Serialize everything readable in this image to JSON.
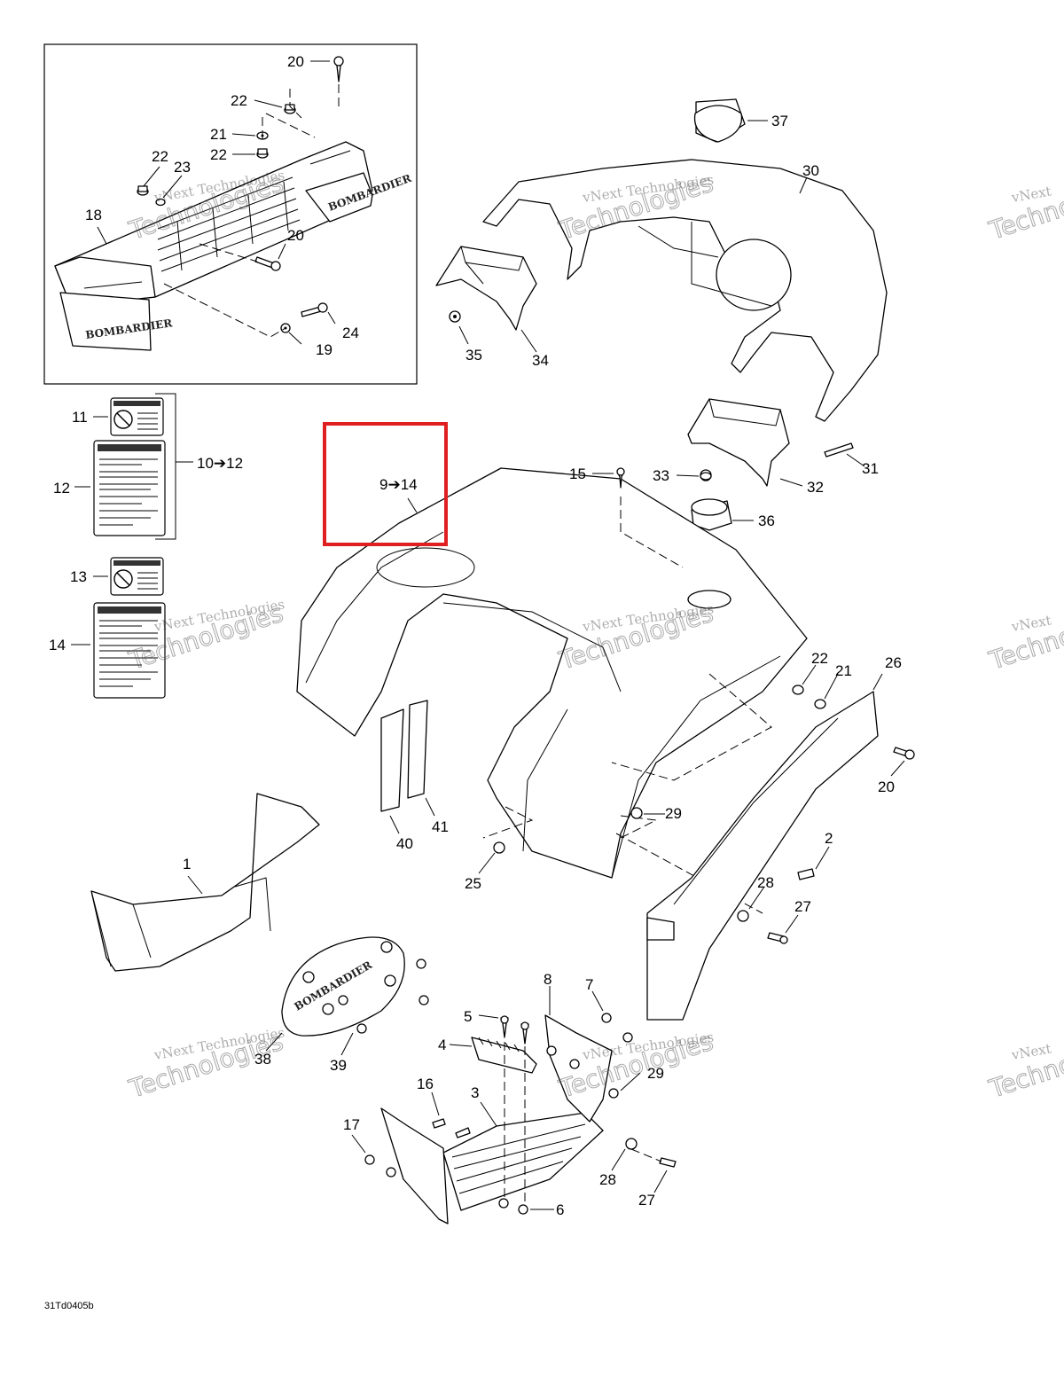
{
  "diagram": {
    "drawing_code": "31Td0405b",
    "highlight_color": "#e02020",
    "watermark": {
      "line1": "vNext Technologies",
      "line2": "vNext",
      "line3": "Technologies"
    },
    "brand_mark": "BOMBARDIER",
    "callouts": {
      "c1": "1",
      "c2": "2",
      "c3": "3",
      "c4": "4",
      "c5": "5",
      "c6": "6",
      "c7": "7",
      "c8": "8",
      "c9_14": "9➔14",
      "c10_12": "10➔12",
      "c11": "11",
      "c12": "12",
      "c13": "13",
      "c14": "14",
      "c15": "15",
      "c16": "16",
      "c17": "17",
      "c18": "18",
      "c19": "19",
      "c20a": "20",
      "c20b": "20",
      "c20c": "20",
      "c21a": "21",
      "c21b": "21",
      "c22a": "22",
      "c22b": "22",
      "c22c": "22",
      "c22d": "22",
      "c23": "23",
      "c24": "24",
      "c25": "25",
      "c26": "26",
      "c27a": "27",
      "c27b": "27",
      "c28a": "28",
      "c28b": "28",
      "c29a": "29",
      "c29b": "29",
      "c30": "30",
      "c31": "31",
      "c32": "32",
      "c33": "33",
      "c34": "34",
      "c35": "35",
      "c36": "36",
      "c37": "37",
      "c38": "38",
      "c39": "39",
      "c40": "40",
      "c41": "41"
    }
  }
}
